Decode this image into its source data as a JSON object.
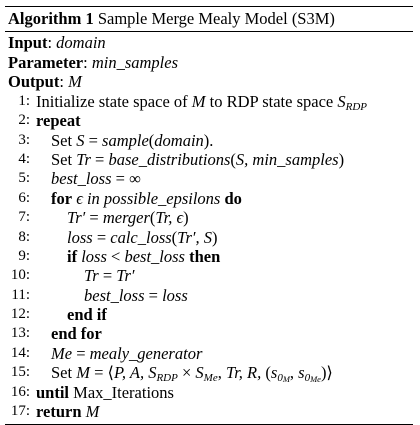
{
  "caption": {
    "label": "Algorithm 1",
    "title": "Sample Merge Mealy Model (S3M)"
  },
  "header": {
    "input_label": "Input",
    "input_value": "domain",
    "parameter_label": "Parameter",
    "parameter_value": "min_samples",
    "output_label": "Output",
    "output_value": "M"
  },
  "lines": [
    {
      "num": "1:",
      "text_a": "Initialize state space of ",
      "m1": "M",
      "text_b": " to RDP state space ",
      "m2": "S",
      "sub": "RDP"
    },
    {
      "num": "2:",
      "kw": "repeat"
    },
    {
      "num": "3:",
      "text_a": "Set ",
      "m1": "S",
      "text_b": " = ",
      "m2": "sample",
      "text_c": "(",
      "m3": "domain",
      "text_d": ")."
    },
    {
      "num": "4:",
      "text_a": "Set ",
      "m1": "Tr",
      "text_b": " = ",
      "m2": "base_distributions",
      "text_c": "(",
      "m3": "S, min_samples",
      "text_d": ")"
    },
    {
      "num": "5:",
      "m1": "best_loss",
      "text_a": " = ∞"
    },
    {
      "num": "6:",
      "kw_a": "for",
      "m1": " ϵ in possible_epsilons ",
      "kw_b": "do"
    },
    {
      "num": "7:",
      "m1": "Tr′",
      "text_a": " = ",
      "m2": "merger",
      "text_b": "(",
      "m3": "Tr, ϵ",
      "text_c": ")"
    },
    {
      "num": "8:",
      "m1": "loss",
      "text_a": " = ",
      "m2": "calc_loss",
      "text_b": "(",
      "m3": "Tr′, S",
      "text_c": ")"
    },
    {
      "num": "9:",
      "kw_a": "if",
      "m1": " loss",
      "text_a": " < ",
      "m2": "best_loss",
      "kw_b": " then"
    },
    {
      "num": "10:",
      "m1": "Tr",
      "text_a": " = ",
      "m2": "Tr′"
    },
    {
      "num": "11:",
      "m1": "best_loss",
      "text_a": " = ",
      "m2": "loss"
    },
    {
      "num": "12:",
      "kw": "end if"
    },
    {
      "num": "13:",
      "kw": "end for"
    },
    {
      "num": "14:",
      "m1": "Me",
      "text_a": " = ",
      "m2": "mealy_generator"
    },
    {
      "num": "15:",
      "text_a": "Set ",
      "m1": "M",
      "text_b": " = ⟨",
      "m2": "P, A, S",
      "sub1": "RDP",
      "text_c": " × ",
      "m3": "S",
      "sub2": "Me",
      "text_d": ", ",
      "m4": "Tr, R,",
      "text_e": " (",
      "m5": "s",
      "sub3": "0",
      "subsub3": "M",
      "text_f": ", ",
      "m6": "s",
      "sub4": "0",
      "subsub4": "Me",
      "text_g": ")⟩"
    },
    {
      "num": "16:",
      "kw": "until",
      "text_a": " Max_Iterations"
    },
    {
      "num": "17:",
      "kw": "return",
      "m1": " M"
    }
  ]
}
